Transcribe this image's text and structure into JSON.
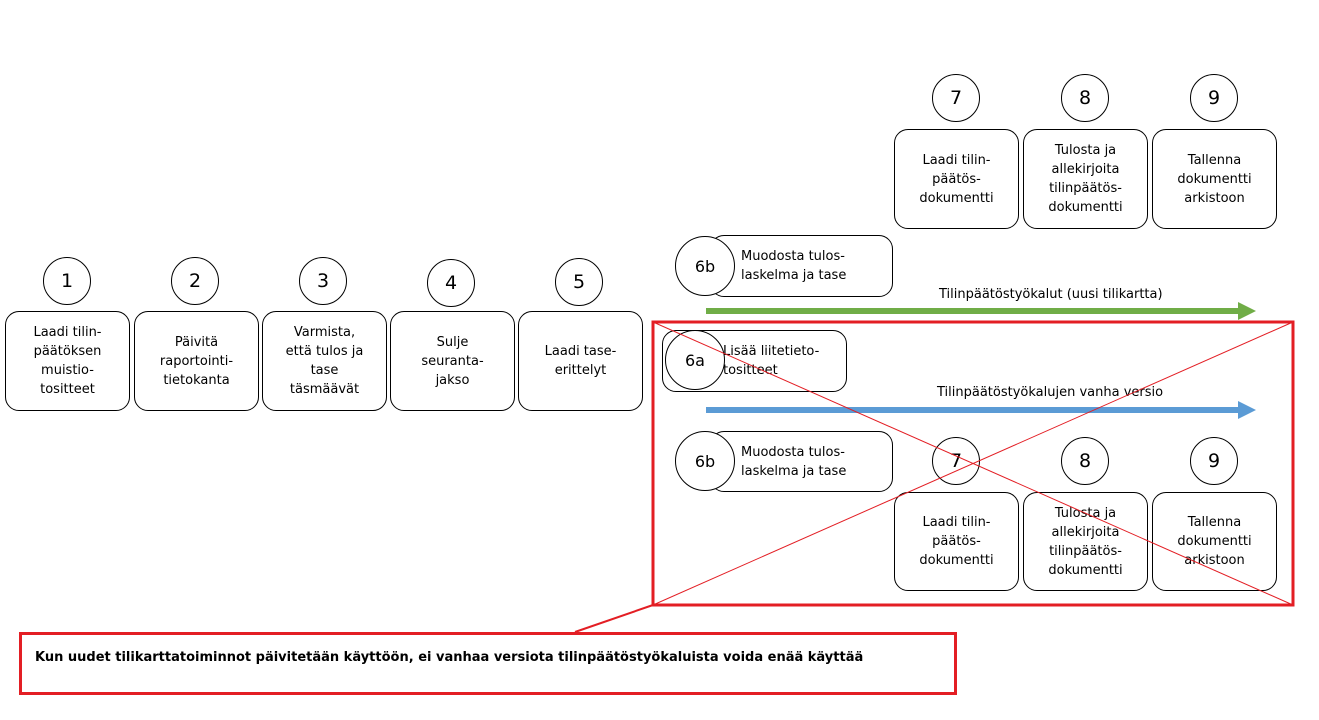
{
  "steps": [
    {
      "num": "1",
      "text": "Laadi tilin-\npäätöksen\nmuistio-\ntositteet"
    },
    {
      "num": "2",
      "text": "Päivitä\nraportointi-\ntietokanta"
    },
    {
      "num": "3",
      "text": "Varmista,\nettä tulos ja\ntase\ntäsmäävät"
    },
    {
      "num": "4",
      "text": "Sulje\nseuranta-\njakso"
    },
    {
      "num": "5",
      "text": "Laadi tase-\nerittelyt"
    }
  ],
  "new_flow": {
    "label": "Tilinpäätöstyökalut (uusi tilikartta)",
    "s6b": {
      "num": "6b",
      "text": "Muodosta tulos-\nlaskelma ja tase"
    },
    "steps": [
      {
        "num": "7",
        "text": "Laadi tilin-\npäätös-\ndokumentti"
      },
      {
        "num": "8",
        "text": "Tulosta ja\nallekirjoita\ntilinpäätös-\ndokumentti"
      },
      {
        "num": "9",
        "text": "Tallenna\ndokumentti\narkistoon"
      }
    ]
  },
  "old_flow": {
    "label": "Tilinpäätöstyökalujen vanha versio",
    "s6a": {
      "num": "6a",
      "text": "Lisää liitetieto-\ntositteet"
    },
    "s6b": {
      "num": "6b",
      "text": "Muodosta tulos-\nlaskelma ja tase"
    },
    "steps": [
      {
        "num": "7",
        "text": "Laadi tilin-\npäätös-\ndokumentti"
      },
      {
        "num": "8",
        "text": "Tulosta ja\nallekirjoita\ntilinpäätös-\ndokumentti"
      },
      {
        "num": "9",
        "text": "Tallenna\ndokumentti\narkistoon"
      }
    ]
  },
  "callout": "Kun uudet tilikarttatoiminnot päivitetään käyttöön, ei vanhaa versiota tilinpäätöstyökaluista voida enää käyttää",
  "colors": {
    "green": "#70ad47",
    "blue": "#5b9bd5",
    "red": "#e31e24"
  }
}
